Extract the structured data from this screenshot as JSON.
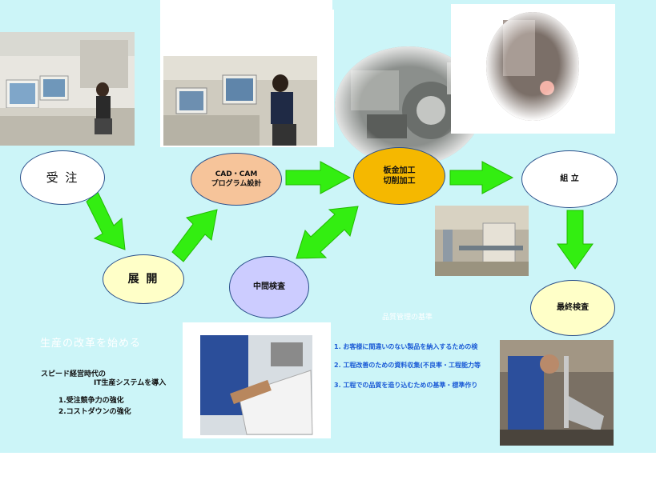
{
  "nodes": {
    "order": "受 注",
    "design": "CAD・CAM\nプログラム設計",
    "expand": "展 開",
    "machining": "板金加工\n切削加工",
    "assembly": "組 立",
    "mid_inspection": "中間検査",
    "final_inspection": "最終検査"
  },
  "left_text": {
    "heading": "生産の改革を始める",
    "line1": "スピード経営時代の",
    "line2": "IT生産システムを導入",
    "item1": "1.受注競争力の強化",
    "item2": "2.コストダウンの強化"
  },
  "right_text": {
    "heading": "品質管理の基準",
    "item1": "1. お客様に間違いのない製品を納入するための検",
    "item2": "2. 工程改善のための資料収集(不良率・工程能力等",
    "item3": "3. 工程での品質を造り込むための基準・標準作り"
  },
  "colors": {
    "background": "#ccf5f8",
    "arrow": "#33ee11",
    "node_white": "#ffffff",
    "node_yellow": "#ffffc8",
    "node_peach": "#f6c49a",
    "node_orange": "#f5b800",
    "node_lavender": "#ccccff",
    "node_border": "#2a4f8a"
  }
}
